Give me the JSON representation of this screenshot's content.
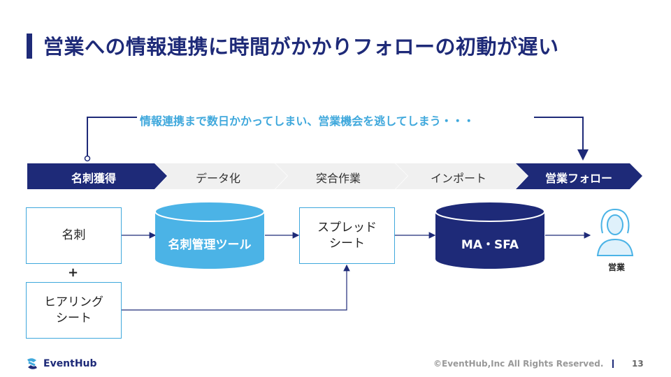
{
  "title": "営業への情報連携に時間がかかりフォローの初動が遅い",
  "feedback_label": "情報連携まで数日かかってしまい、営業機会を逃してしまう・・・",
  "process_steps": [
    {
      "label": "名刺獲得",
      "style": "dark"
    },
    {
      "label": "データ化",
      "style": "light"
    },
    {
      "label": "突合作業",
      "style": "light"
    },
    {
      "label": "インポート",
      "style": "light"
    },
    {
      "label": "営業フォロー",
      "style": "dark"
    }
  ],
  "nodes": {
    "meishi": "名刺",
    "plus": "+",
    "hearing": "ヒアリング\nシート",
    "meishi_tool": "名刺管理ツール",
    "spreadsheet": "スプレッド\nシート",
    "ma_sfa": "MA・SFA",
    "sales": "営業"
  },
  "colors": {
    "navy": "#1e2a78",
    "light_blue": "#4bb3e6",
    "chevron_light": "#f0f0f0",
    "feedback_text": "#3fa8dc"
  },
  "footer": {
    "logo": "EventHub",
    "copyright": "©EventHub,Inc All Rights Reserved.",
    "page": "13"
  }
}
